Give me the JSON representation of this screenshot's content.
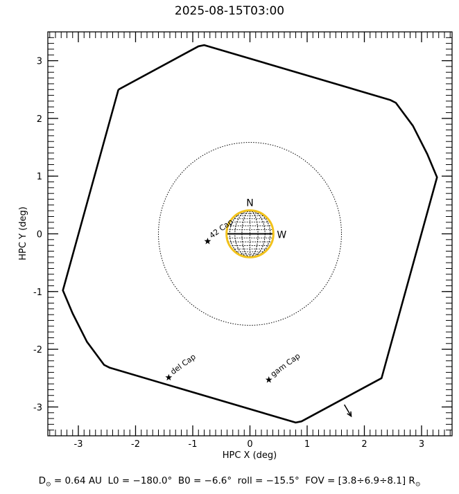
{
  "title": "2025-08-15T03:00",
  "x_axis": {
    "label": "HPC X (deg)",
    "range": [
      -3.5,
      3.5
    ],
    "ticks": [
      -3,
      -2,
      -1,
      0,
      1,
      2,
      3
    ],
    "tick_labels": [
      "-3",
      "-2",
      "-1",
      "0",
      "1",
      "2",
      "3"
    ]
  },
  "y_axis": {
    "label": "HPC Y (deg)",
    "range": [
      -3.45,
      3.45
    ],
    "ticks": [
      -3,
      -2,
      -1,
      0,
      1,
      2,
      3
    ],
    "tick_labels": [
      "-3",
      "-2",
      "-1",
      "0",
      "1",
      "2",
      "3"
    ]
  },
  "fov_outline": [
    [
      -2.3,
      2.5
    ],
    [
      -0.9,
      3.25
    ],
    [
      -0.8,
      3.27
    ],
    [
      2.45,
      2.32
    ],
    [
      2.55,
      2.27
    ],
    [
      2.85,
      1.87
    ],
    [
      3.1,
      1.38
    ],
    [
      3.27,
      0.98
    ],
    [
      2.3,
      -2.5
    ],
    [
      0.9,
      -3.25
    ],
    [
      0.8,
      -3.27
    ],
    [
      -2.45,
      -2.32
    ],
    [
      -2.55,
      -2.27
    ],
    [
      -2.85,
      -1.87
    ],
    [
      -3.1,
      -1.38
    ],
    [
      -3.27,
      -0.98
    ]
  ],
  "sun": {
    "center": [
      0,
      0
    ],
    "radius_deg": 0.41,
    "limb_color": "#f2c21b",
    "grid_color": "#000000"
  },
  "labels": {
    "north": "N",
    "west": "W"
  },
  "dotted_circle": {
    "center": [
      0,
      0
    ],
    "radius_deg": 1.6
  },
  "stars": [
    {
      "name": "42 Cap",
      "x": -0.74,
      "y": -0.13
    },
    {
      "name": "del Cap",
      "x": -1.42,
      "y": -2.49
    },
    {
      "name": "gam Cap",
      "x": 0.33,
      "y": -2.53
    }
  ],
  "arrow": {
    "from": [
      1.65,
      -2.96
    ],
    "to": [
      1.77,
      -3.16
    ]
  },
  "footer": {
    "d_sym": "D",
    "sun_sub": "⊙",
    "d_rest": " = 0.64 AU  L0 = −180.0°  B0 = −6.6°  roll = −15.5°  FOV = [3.8÷6.9÷8.1] R"
  }
}
